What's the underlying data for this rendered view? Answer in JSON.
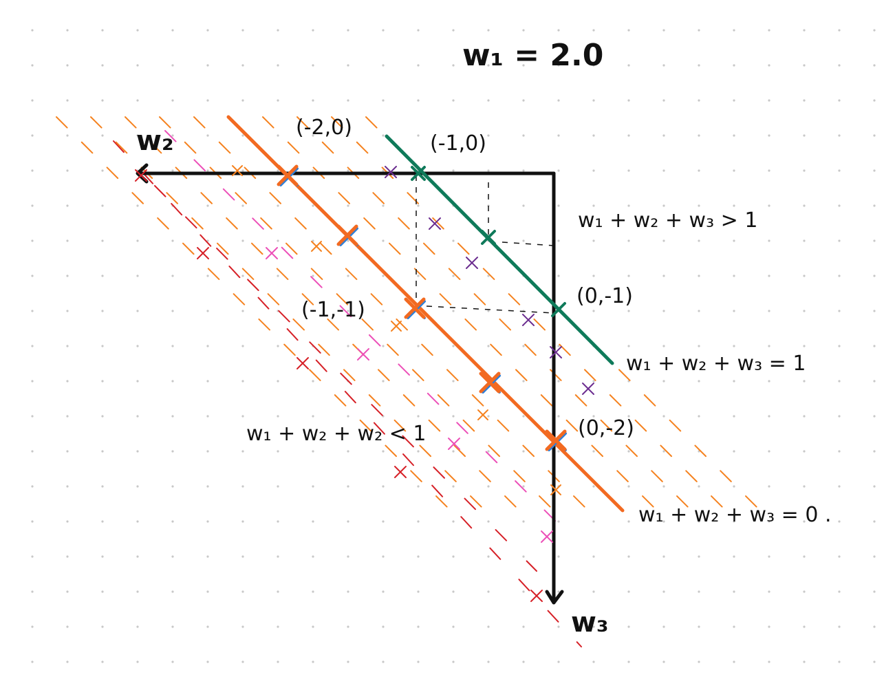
{
  "title": "w₁ = 2.0",
  "axes": {
    "horizontal": {
      "label": "w₂"
    },
    "vertical": {
      "label": "w₃"
    }
  },
  "points": {
    "p_m2_0": "(-2,0)",
    "p_m1_0": "(-1,0)",
    "p_m1_m1": "(-1,-1)",
    "p_0_m1": "(0,-1)",
    "p_0_m2": "(0,-2)"
  },
  "regions": {
    "greater": "w₁ + w₂ + w₃ > 1",
    "equal_one": "w₁ + w₂ + w₃ = 1",
    "equal_zero": "w₁ + w₂ + w₃ = 0 .",
    "less": "w₁ + w₂ + w₂ < 1"
  },
  "colors": {
    "axis": "#111111",
    "line_zero": "#f26a21",
    "line_one": "#0f7a5a",
    "hatch_orange": "#f5821f",
    "hatch_red": "#d62027",
    "hatch_pink": "#ec4fb8",
    "marks_purple": "#6b2d8f",
    "marks_blue": "#2f7fd6",
    "grid_dot": "#c8c8c8"
  }
}
